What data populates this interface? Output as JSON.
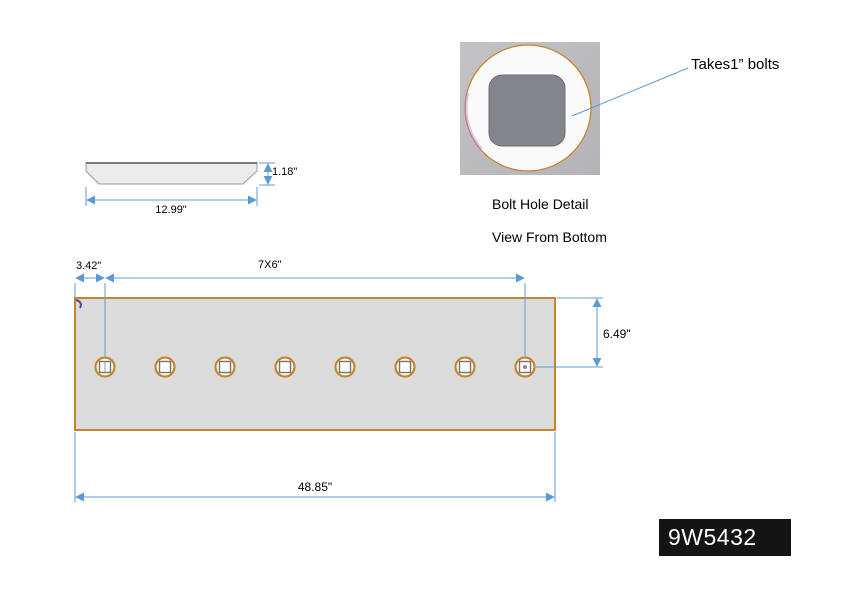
{
  "part_number": "9W5432",
  "detail": {
    "note": "Takes1”  bolts",
    "title": "Bolt Hole Detail",
    "subtitle": "View From Bottom"
  },
  "side_view": {
    "thickness": "1.18\"",
    "width": "12.99\""
  },
  "plan_view": {
    "edge_offset": "3.42\"",
    "hole_pattern": "7X6\"",
    "side_offset": "6.49\"",
    "overall_length": "48.85\"",
    "hole_count": 8
  },
  "colors": {
    "dimension_line": "#5B9BD5",
    "plate_border": "#C4862C",
    "plate_fill": "#DCDCDC",
    "hole_ring": "#C4862C",
    "detail_hole_fill": "#84858B",
    "part_box_bg": "#141414",
    "part_box_text": "#FFFFFF"
  }
}
